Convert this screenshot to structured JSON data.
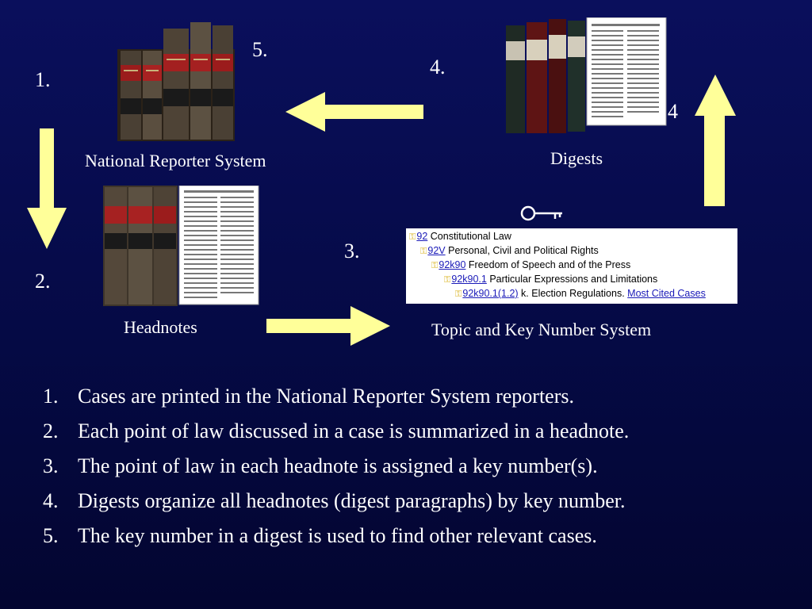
{
  "labels": {
    "n1": "1.",
    "n2": "2.",
    "n3": "3.",
    "n4": "4.",
    "n4b": "4",
    "n5": "5."
  },
  "captions": {
    "nrs": "National Reporter System",
    "digests": "Digests",
    "headnotes": "Headnotes",
    "topic": "Topic and Key Number System"
  },
  "topic_rows": [
    {
      "link": "92",
      "text": "Constitutional Law"
    },
    {
      "link": "92V",
      "text": "Personal, Civil and Political Rights"
    },
    {
      "link": "92k90",
      "text": "Freedom of Speech and of the Press"
    },
    {
      "link": "92k90.1",
      "text": "Particular Expressions and Limitations"
    },
    {
      "link": "92k90.1(1.2)",
      "text": "k. Election Regulations.",
      "extra": "Most Cited Cases"
    }
  ],
  "steps": [
    {
      "n": "1.",
      "text": "Cases are printed in the National Reporter System reporters."
    },
    {
      "n": "2.",
      "text": "Each point of law discussed in a case is summarized in a headnote."
    },
    {
      "n": "3.",
      "text": "The point of law in each headnote is assigned a key number(s)."
    },
    {
      "n": "4.",
      "text": "Digests organize all headnotes (digest paragraphs) by key number."
    },
    {
      "n": "5.",
      "text": "The key number in a digest is used to find other relevant cases."
    }
  ],
  "colors": {
    "background": "#060b4e",
    "arrow": "#ffff99",
    "text": "#ffffff",
    "link": "#1a1ab8",
    "key": "#d9b21c"
  },
  "icons": [
    "books-icon",
    "document-page-icon",
    "key-icon",
    "arrow-icon"
  ]
}
